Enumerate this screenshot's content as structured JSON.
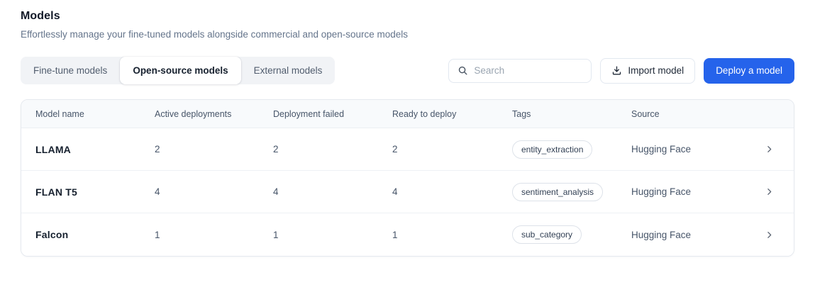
{
  "header": {
    "title": "Models",
    "subtitle": "Effortlessly manage your fine-tuned models alongside commercial and open-source models"
  },
  "tabs": [
    {
      "label": "Fine-tune models",
      "active": false
    },
    {
      "label": "Open-source models",
      "active": true
    },
    {
      "label": "External models",
      "active": false
    }
  ],
  "toolbar": {
    "search_placeholder": "Search",
    "search_value": "",
    "search_icon": "magnifier-icon",
    "import_label": "Import model",
    "import_icon": "download-tray-icon",
    "deploy_label": "Deploy a model"
  },
  "colors": {
    "accent_blue": "#2563eb",
    "header_bg": "#f8fafc",
    "tab_strip_bg": "#f1f3f6",
    "border": "#e5e9ef",
    "muted_text": "#64748b"
  },
  "table": {
    "columns": [
      "Model name",
      "Active deployments",
      "Deployment failed",
      "Ready to deploy",
      "Tags",
      "Source"
    ],
    "rows": [
      {
        "model_name": "LLAMA",
        "active_deployments": "2",
        "deployment_failed": "2",
        "ready_to_deploy": "2",
        "tag": "entity_extraction",
        "source": "Hugging Face"
      },
      {
        "model_name": "FLAN T5",
        "active_deployments": "4",
        "deployment_failed": "4",
        "ready_to_deploy": "4",
        "tag": "sentiment_analysis",
        "source": "Hugging Face"
      },
      {
        "model_name": "Falcon",
        "active_deployments": "1",
        "deployment_failed": "1",
        "ready_to_deploy": "1",
        "tag": "sub_category",
        "source": "Hugging Face"
      }
    ]
  }
}
